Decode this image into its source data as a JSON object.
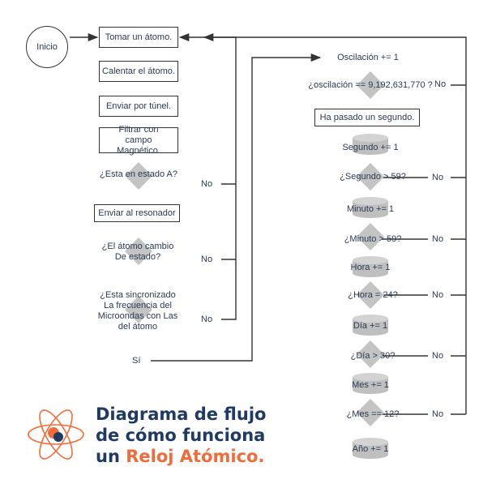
{
  "start": {
    "label": "Inicio"
  },
  "left_steps": [
    "Tomar un átomo.",
    "Calentar el átomo.",
    "Enviar por túnel.",
    "Filtrar con campo Magnético."
  ],
  "decisions": [
    {
      "question": "¿Esta en estado A?",
      "no": "No"
    },
    {
      "question": "¿El átomo cambio De estado?",
      "no": "No"
    },
    {
      "question": "¿Esta sincronizado La frecuencia del Microondas con Las del átomo",
      "no": "No"
    }
  ],
  "resonator": "Enviar al resonador",
  "si_label": "Sí",
  "right": {
    "oscillation": "Oscilación += 1",
    "oscillation_check": "¿oscilación == 9,192,631,770 ?",
    "oscillation_no": "No",
    "second_passed": "Ha pasado un segundo.",
    "counters": [
      {
        "increment": "Segundo += 1",
        "check": "¿Segundo > 59?",
        "no": "No"
      },
      {
        "increment": "Minuto += 1",
        "check": "¿Minuto > 59?",
        "no": "No"
      },
      {
        "increment": "Hora += 1",
        "check": "¿Hora = 24?",
        "no": "No"
      },
      {
        "increment": "Día += 1",
        "check": "¿Día > 30?",
        "no": "No"
      },
      {
        "increment": "Mes += 1",
        "check": "¿Mes == 12?",
        "no": "No"
      }
    ],
    "final": "Año += 1"
  },
  "title": {
    "line1": "Diagrama de flujo",
    "line2": "de cómo funciona",
    "line3_a": "un ",
    "line3_b": "Reloj Atómico."
  },
  "colors": {
    "text": "#2b3a55",
    "line": "#333333",
    "shape": "#c4c4c4",
    "navy": "#1f3a63",
    "orange": "#f26b3a"
  }
}
